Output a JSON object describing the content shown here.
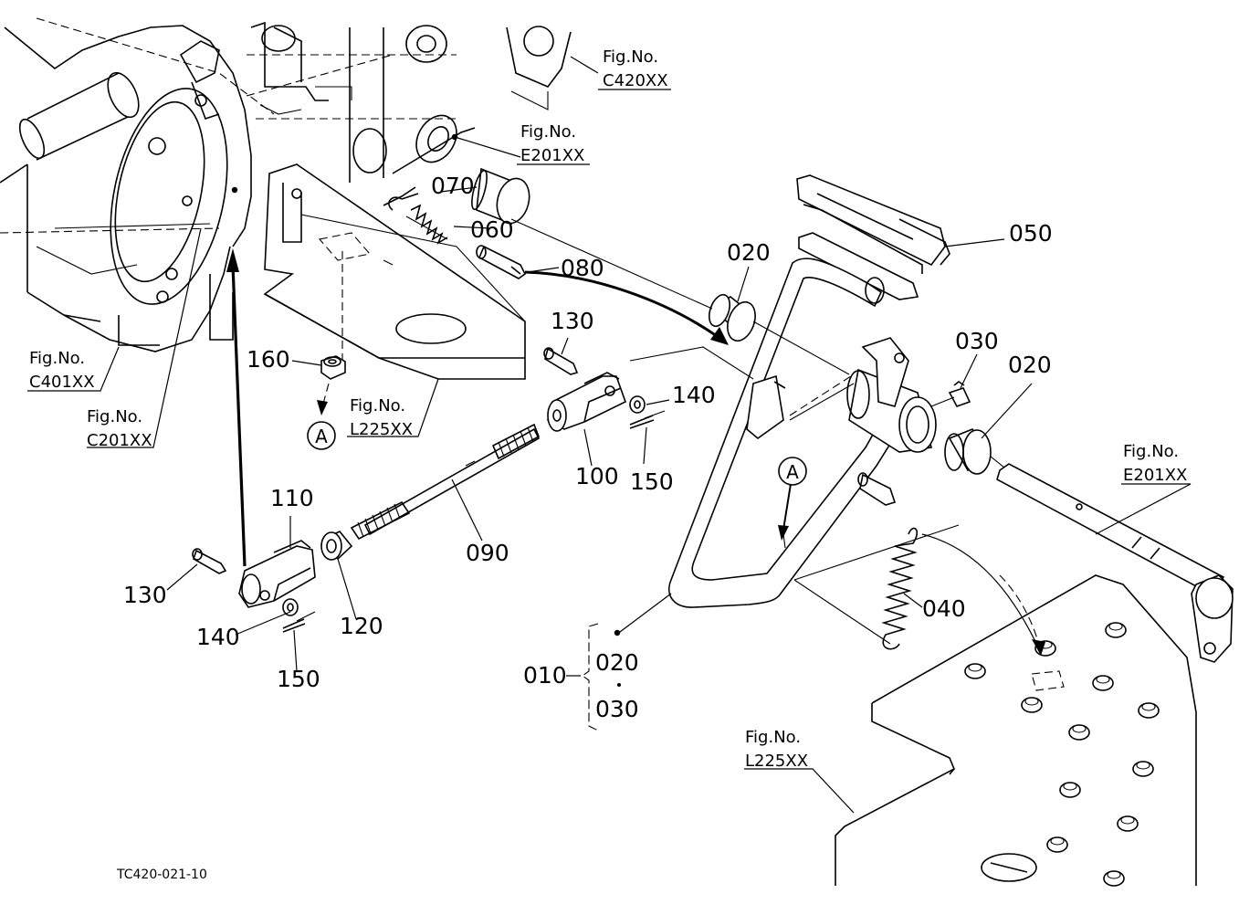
{
  "drawing_number": "TC420-021-10",
  "parts": [
    {
      "id": "010"
    },
    {
      "id": "020"
    },
    {
      "id": "020"
    },
    {
      "id": "020"
    },
    {
      "id": "030"
    },
    {
      "id": "030"
    },
    {
      "id": "040"
    },
    {
      "id": "050"
    },
    {
      "id": "060"
    },
    {
      "id": "070"
    },
    {
      "id": "080"
    },
    {
      "id": "090"
    },
    {
      "id": "100"
    },
    {
      "id": "110"
    },
    {
      "id": "120"
    },
    {
      "id": "130"
    },
    {
      "id": "130"
    },
    {
      "id": "140"
    },
    {
      "id": "140"
    },
    {
      "id": "150"
    },
    {
      "id": "150"
    },
    {
      "id": "160"
    }
  ],
  "figure_refs": [
    {
      "prefix": "Fig.No.",
      "code": "C420XX"
    },
    {
      "prefix": "Fig.No.",
      "code": "E201XX"
    },
    {
      "prefix": "Fig.No.",
      "code": "C401XX"
    },
    {
      "prefix": "Fig.No.",
      "code": "C201XX"
    },
    {
      "prefix": "Fig.No.",
      "code": "L225XX"
    },
    {
      "prefix": "Fig.No.",
      "code": "E201XX"
    },
    {
      "prefix": "Fig.No.",
      "code": "L225XX"
    }
  ],
  "connection_markers": [
    "A",
    "A"
  ]
}
